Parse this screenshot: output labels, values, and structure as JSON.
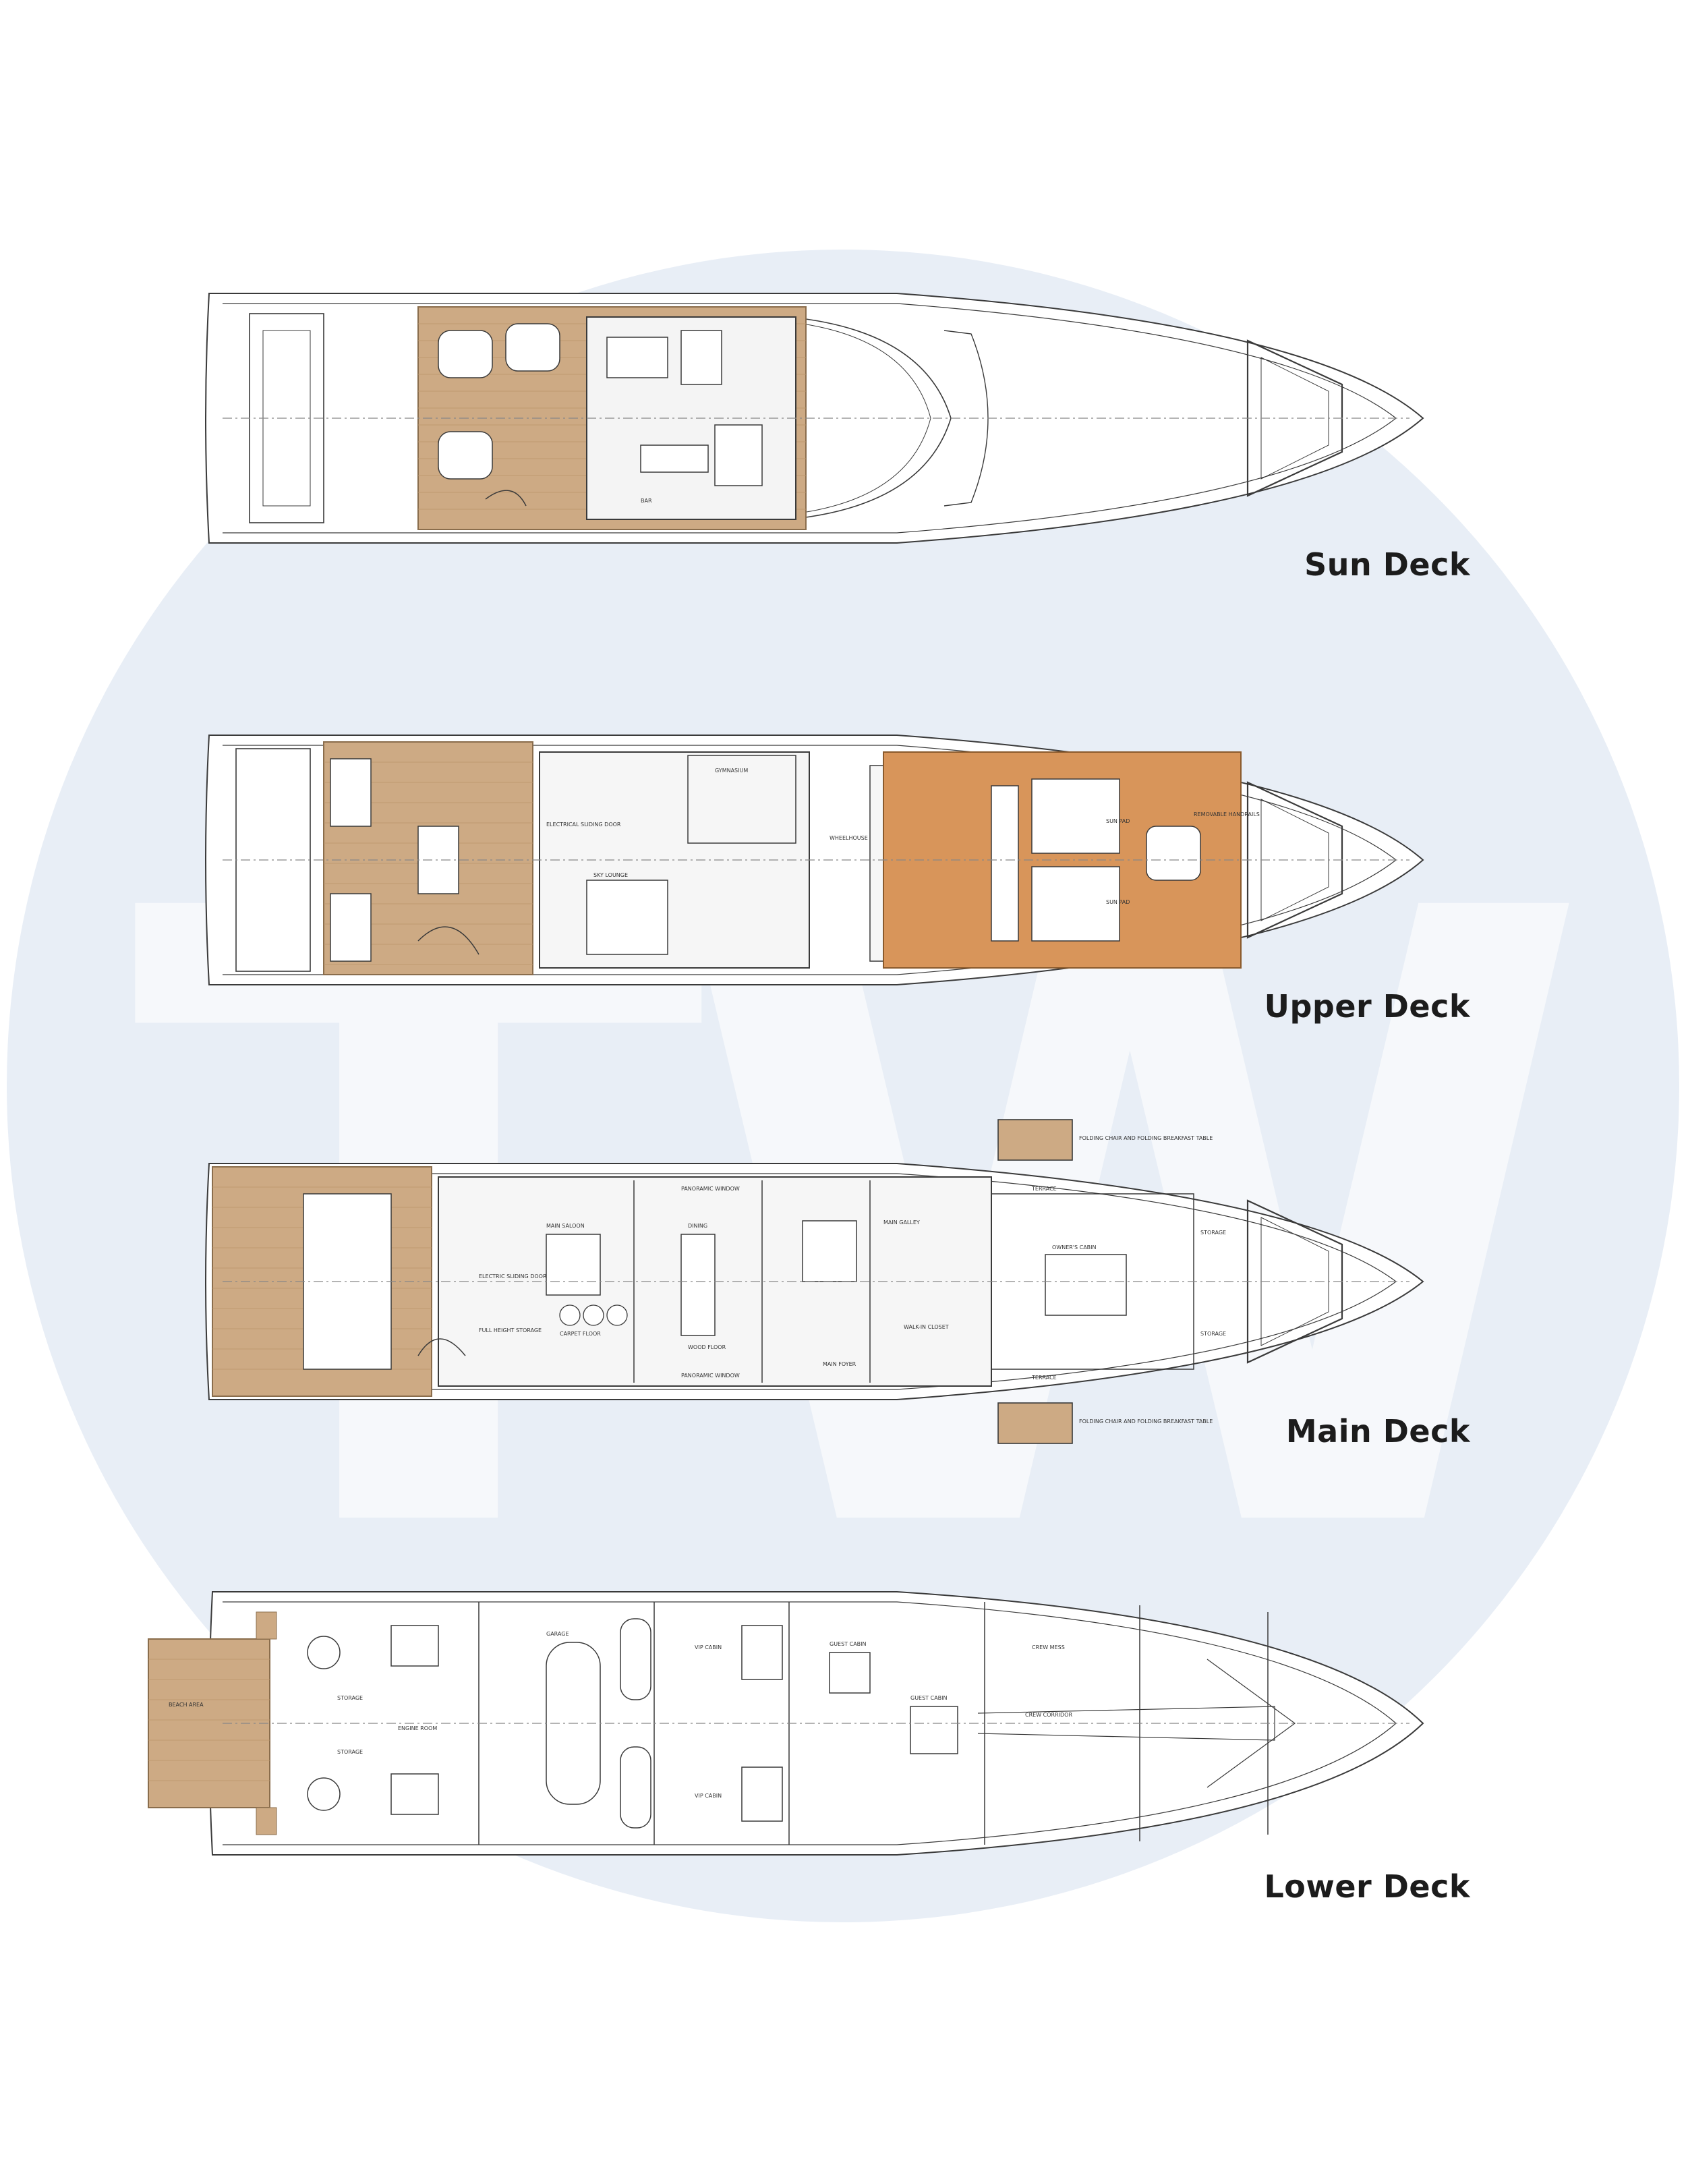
{
  "watermark": {
    "letters": "TW",
    "circle_color": "#e8eef6",
    "letter_color": "#f6f8fb"
  },
  "colors": {
    "teak": "#cdaa84",
    "teak_line": "#b8946b",
    "orange_teak": "#d8955a",
    "line": "#3a3a3a",
    "centerline": "#888888",
    "label": "#1c1c1c"
  },
  "decks": [
    {
      "id": "sun",
      "label": "Sun Deck",
      "rooms": [
        "BAR"
      ]
    },
    {
      "id": "upper",
      "label": "Upper Deck",
      "rooms": [
        "GYMNASIUM",
        "SKY LOUNGE",
        "ELECTRICAL SLIDING DOOR",
        "WHEELHOUSE",
        "SUN PAD",
        "SUN PAD",
        "REMOVABLE HANDRAILS"
      ]
    },
    {
      "id": "main",
      "label": "Main Deck",
      "rooms": [
        "MAIN SALOON",
        "DINING",
        "PANORAMIC WINDOW",
        "PANORAMIC WINDOW",
        "MAIN GALLEY",
        "OWNER'S CABIN",
        "STORAGE",
        "STORAGE",
        "TERRACE",
        "TERRACE",
        "MAIN FOYER",
        "CARPET FLOOR",
        "WOOD FLOOR",
        "ELECTRIC SLIDING DOOR",
        "FULL HEIGHT STORAGE",
        "WALK-IN CLOSET",
        "FOLDING CHAIR AND FOLDING BREAKFAST TABLE",
        "FOLDING CHAIR AND FOLDING BREAKFAST TABLE"
      ]
    },
    {
      "id": "lower",
      "label": "Lower Deck",
      "rooms": [
        "BEACH AREA",
        "STORAGE",
        "STORAGE",
        "ENGINE ROOM",
        "GARAGE",
        "VIP CABIN",
        "VIP CABIN",
        "GUEST CABIN",
        "GUEST CABIN",
        "CREW MESS",
        "CREW CORRIDOR"
      ]
    }
  ]
}
